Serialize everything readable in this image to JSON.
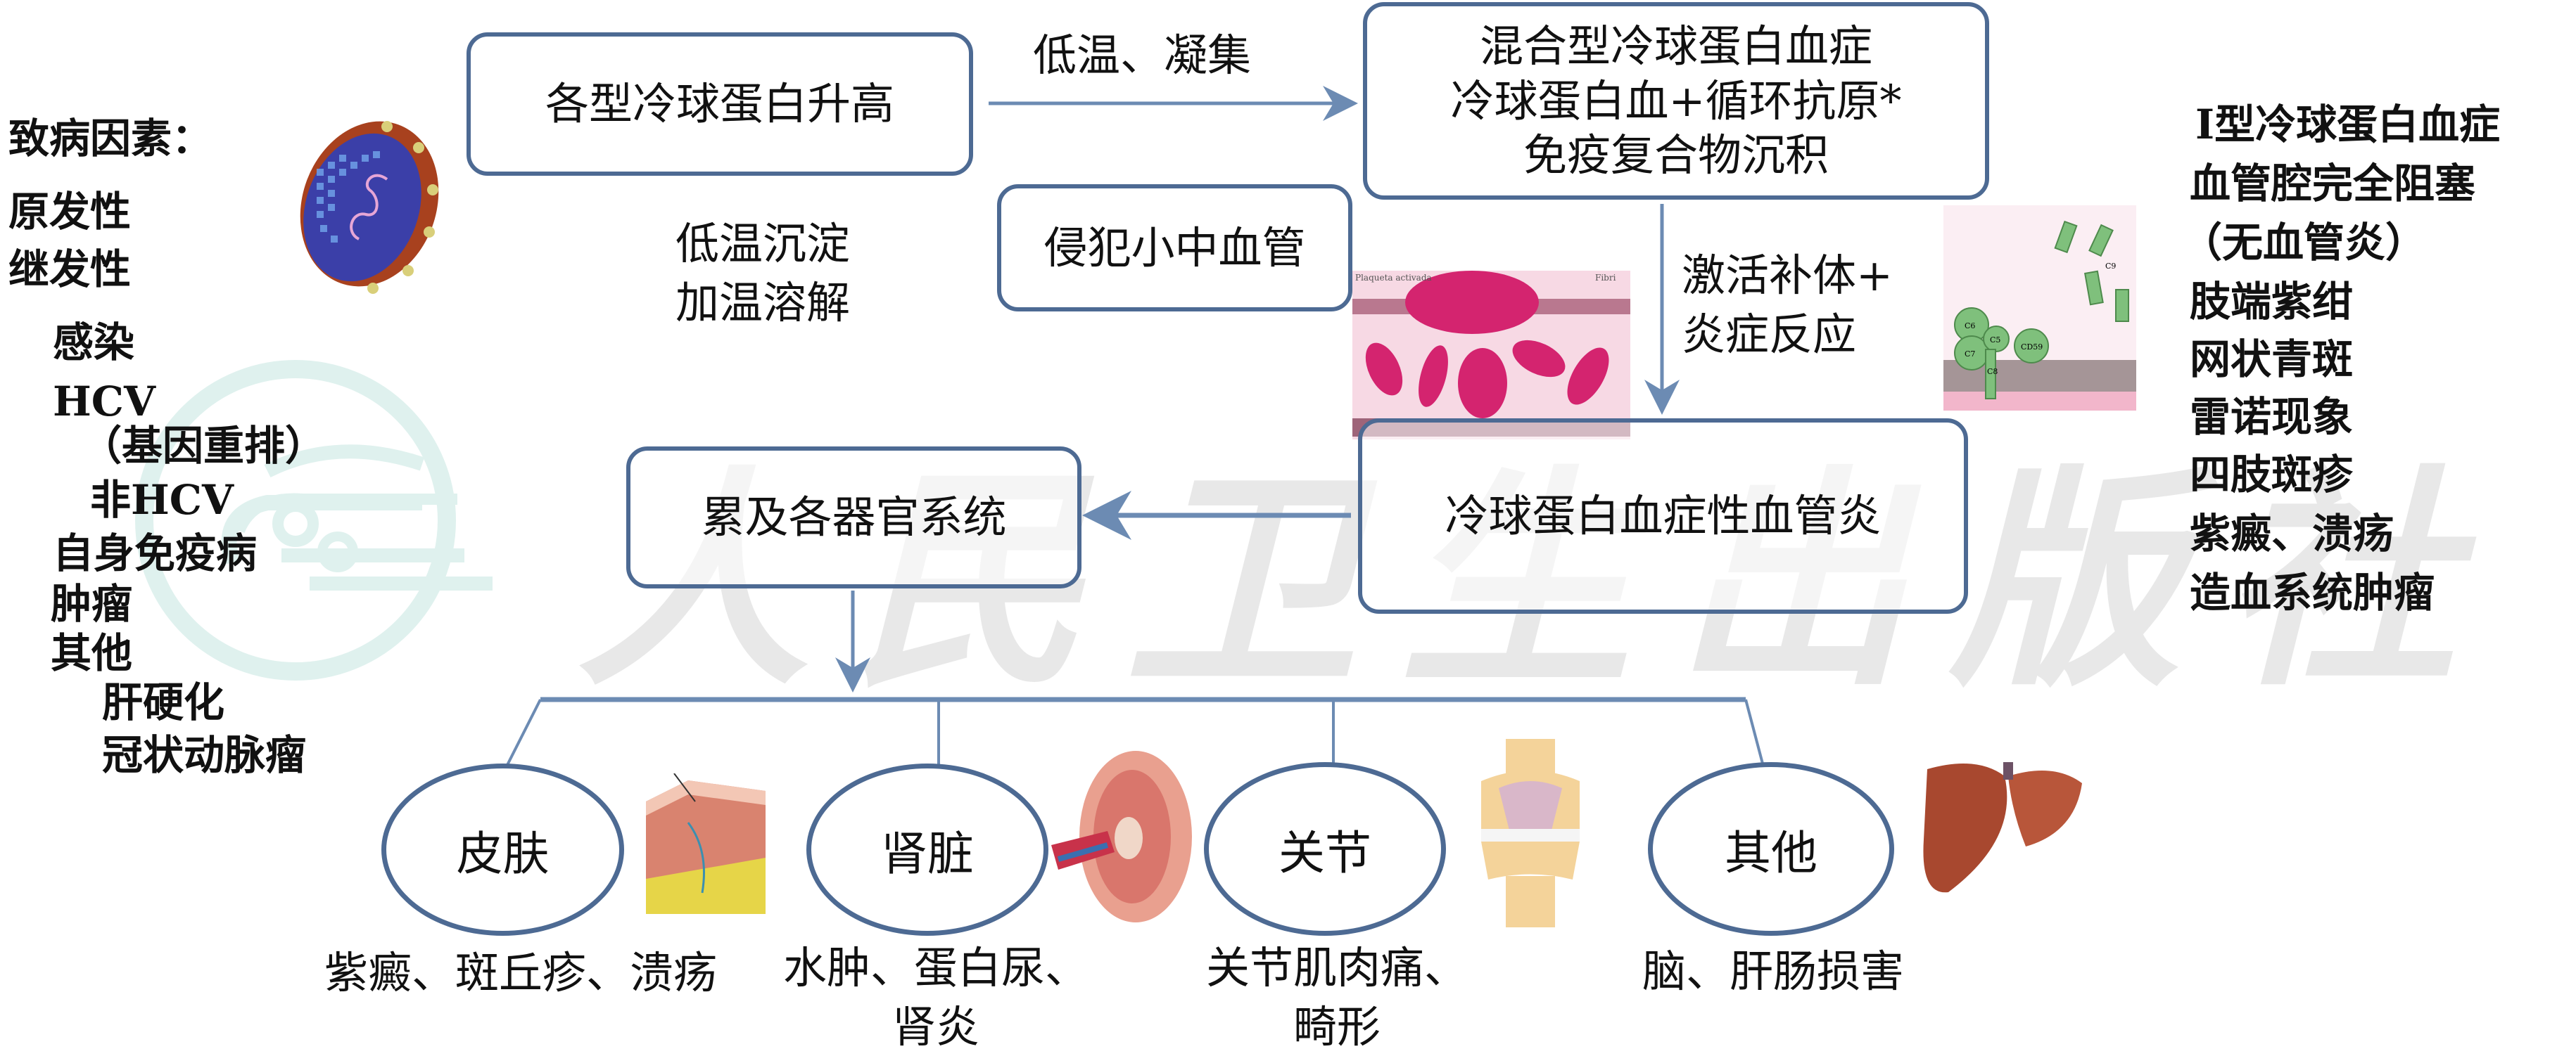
{
  "colors": {
    "box_border": "#4d6a93",
    "arrow": "#6c8bb3",
    "logo": "#dff1ee",
    "watermark": "#969696"
  },
  "watermark_text": "人民卫生出版社",
  "causes": {
    "title": "致病因素：",
    "items": [
      {
        "text": "原发性",
        "level": 0
      },
      {
        "text": "继发性",
        "level": 0
      },
      {
        "text": "感染",
        "level": 1
      },
      {
        "text": "HCV",
        "level": 1
      },
      {
        "text": "（基因重排）",
        "level": 3
      },
      {
        "text": "非HCV",
        "level": 2
      },
      {
        "text": "自身免疫病",
        "level": 1
      },
      {
        "text": "肿瘤",
        "level": 1
      },
      {
        "text": "其他",
        "level": 1
      },
      {
        "text": "肝硬化",
        "level": 2
      },
      {
        "text": "冠状动脉瘤",
        "level": 2
      }
    ],
    "image_icon": "virus-illustration"
  },
  "nodes": {
    "elevated": "各型冷球蛋白升高",
    "mixed": [
      "混合型冷球蛋白血症",
      "冷球蛋白血+循环抗原*",
      "免疫复合物沉积"
    ],
    "small_vessels": "侵犯小中血管",
    "vasculitis": "冷球蛋白血症性血管炎",
    "organs": "累及各器官系统"
  },
  "edge_labels": {
    "cold_aggregate": "低温、凝集",
    "precipitate": [
      "低温沉淀",
      "加温溶解"
    ],
    "complement": [
      "激活补体+",
      "炎症反应"
    ]
  },
  "type1": {
    "title": "Ⅰ型冷球蛋白血症",
    "items": [
      "血管腔完全阻塞",
      "（无血管炎）",
      "肢端紫绀",
      "网状青斑",
      "雷诺现象",
      "四肢斑疹",
      "紫癜、溃疡",
      "造血系统肿瘤"
    ]
  },
  "organs": [
    {
      "name": "皮肤",
      "findings": [
        "紫癜、斑丘疹、溃疡"
      ],
      "image_icon": "skin-section-illustration"
    },
    {
      "name": "肾脏",
      "findings": [
        "水肿、蛋白尿、",
        "肾炎"
      ],
      "image_icon": "kidney-illustration"
    },
    {
      "name": "关节",
      "findings": [
        "关节肌肉痛、",
        "畸形"
      ],
      "image_icon": "knee-joint-illustration"
    },
    {
      "name": "其他",
      "findings": [
        "脑、肝肠损害"
      ],
      "image_icon": "liver-illustration"
    }
  ],
  "images": {
    "blood_labels": [
      "Plaqueta activada",
      "Fibri"
    ],
    "complement_labels": [
      "C6",
      "C7",
      "C5",
      "C8",
      "C9",
      "CD59"
    ]
  }
}
